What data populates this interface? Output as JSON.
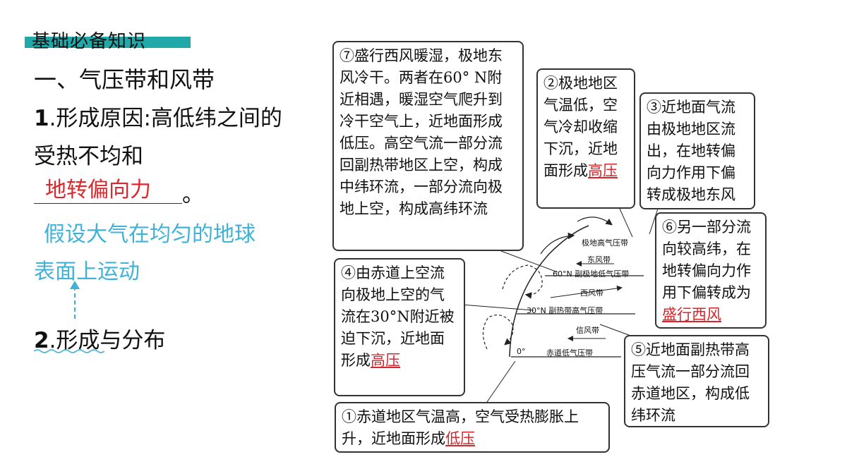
{
  "section_banner": "基础必备知识",
  "heading": "一、气压带和风带",
  "item1": {
    "number": "1",
    "title": ".形成原因",
    "text_a": ":高低纬之间的",
    "text_b": "受热不均和",
    "answer": "地转偏向力",
    "end": "。"
  },
  "note": {
    "line1": "假设大气在均匀的地球",
    "line2": "表面上运动"
  },
  "item2": {
    "number": "2",
    "title": ".形成与分布"
  },
  "boxes": {
    "b7": "⑦盛行西风暖湿，极地东风冷干。两者在60° N附近相遇，暖湿空气爬升到冷干空气上，近地面形成低压。高空气流一部分流回副热带地区上空，构成中纬环流，一部分流向极地上空，构成高纬环流",
    "b2_text": "②极地地区气温低，空气冷却收缩下沉，近地面形成",
    "b2_answer": "高压",
    "b3": "③近地面气流由极地地区流出，在地转偏向力作用下偏转成极地东风",
    "b6_text": "⑥另一部分流向较高纬，在地转偏向力作用下偏转成为",
    "b6_answer": "盛行西风",
    "b4_text": "④由赤道上空流向极地上空的气流在30°N附近被迫下沉，近地面形成",
    "b4_answer": "高压",
    "b5": "⑤近地面副热带高压气流一部分流回赤道地区，构成低纬环流",
    "b1_text": "①赤道地区气温高，空气受热膨胀上升，近地面形成",
    "b1_answer": "低压"
  },
  "diagram": {
    "polar_high": "极地高气压带",
    "polar_easterly": "东风带",
    "lat60": "60°N 副极地低气压带",
    "westerly": "西风带",
    "lat30": "30°N 副热带高气压带",
    "trade": "信风带",
    "lat0": "0°",
    "equator": "赤道低气压带"
  }
}
